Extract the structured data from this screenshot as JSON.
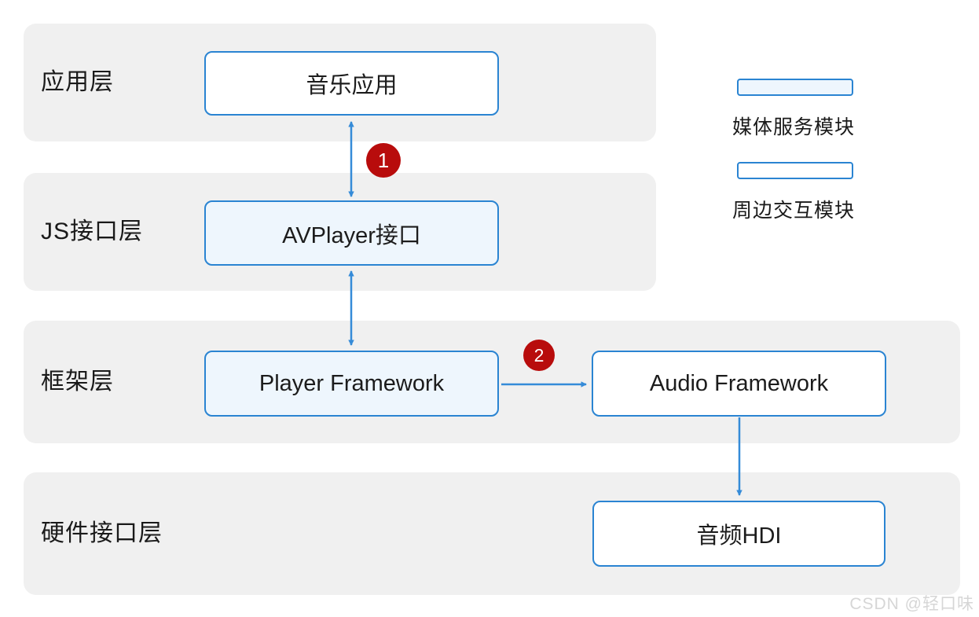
{
  "page": {
    "watermark": "CSDN @轻口味"
  },
  "diagram": {
    "layers": [
      {
        "id": "app",
        "label": "应用层"
      },
      {
        "id": "js",
        "label": "JS接口层"
      },
      {
        "id": "framework",
        "label": "框架层"
      },
      {
        "id": "hardware",
        "label": "硬件接口层"
      }
    ],
    "nodes": [
      {
        "id": "music-app",
        "label": "音乐应用",
        "layer": "应用层",
        "module": "周边交互模块"
      },
      {
        "id": "avplayer-api",
        "label": "AVPlayer接口",
        "layer": "JS接口层",
        "module": "媒体服务模块"
      },
      {
        "id": "player-framework",
        "label": "Player Framework",
        "layer": "框架层",
        "module": "媒体服务模块"
      },
      {
        "id": "audio-framework",
        "label": "Audio Framework",
        "layer": "框架层",
        "module": "周边交互模块"
      },
      {
        "id": "audio-hdi",
        "label": "音频HDI",
        "layer": "硬件接口层",
        "module": "周边交互模块"
      }
    ],
    "connections": [
      {
        "from": "music-app",
        "to": "avplayer-api",
        "direction": "bidirectional",
        "badge": "1"
      },
      {
        "from": "avplayer-api",
        "to": "player-framework",
        "direction": "bidirectional",
        "badge": ""
      },
      {
        "from": "player-framework",
        "to": "audio-framework",
        "direction": "forward",
        "badge": "2"
      },
      {
        "from": "audio-framework",
        "to": "audio-hdi",
        "direction": "forward",
        "badge": ""
      }
    ],
    "badges": [
      {
        "label": "1"
      },
      {
        "label": "2"
      }
    ],
    "legend": [
      {
        "id": "media",
        "label": "媒体服务模块",
        "fill": "#eef6fd"
      },
      {
        "id": "peripheral",
        "label": "周边交互模块",
        "fill": "#ffffff"
      }
    ],
    "colors": {
      "accent_blue": "#2a84d2",
      "arrow_blue": "#358bd8",
      "badge_red": "#b80c0c",
      "band_gray": "#f0f0f0",
      "media_fill": "#eef6fd",
      "text": "#1a1a1a",
      "watermark_gray": "#d6d6d6"
    }
  }
}
